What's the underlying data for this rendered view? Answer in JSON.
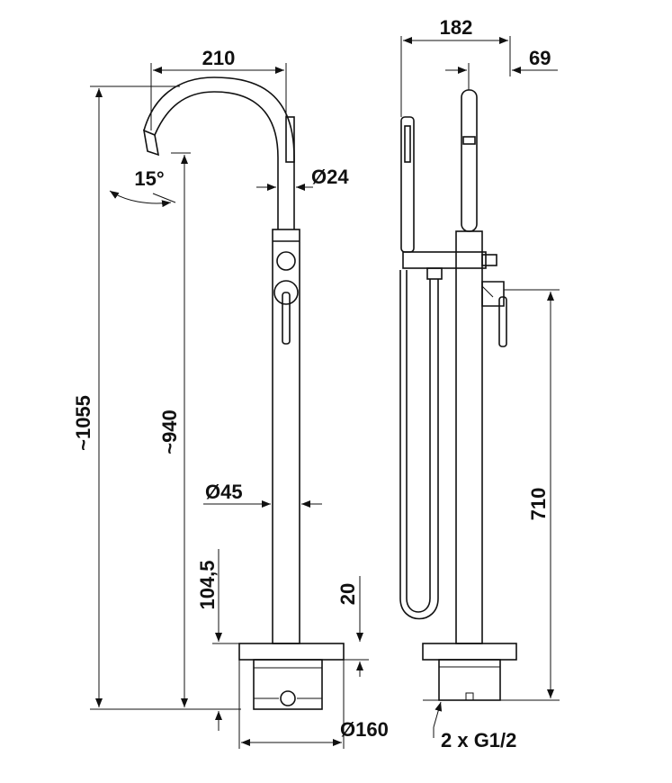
{
  "dimensions": {
    "spout_reach": "210",
    "height_total": "~1055",
    "height_spout": "~940",
    "spout_angle": "15°",
    "spout_diameter": "Ø24",
    "column_diameter": "Ø45",
    "base_offset": "104,5",
    "plate_height": "20",
    "base_diameter": "Ø160",
    "side_width": "182",
    "side_offset": "69",
    "side_height": "710",
    "connections": "2 x G1/2"
  }
}
